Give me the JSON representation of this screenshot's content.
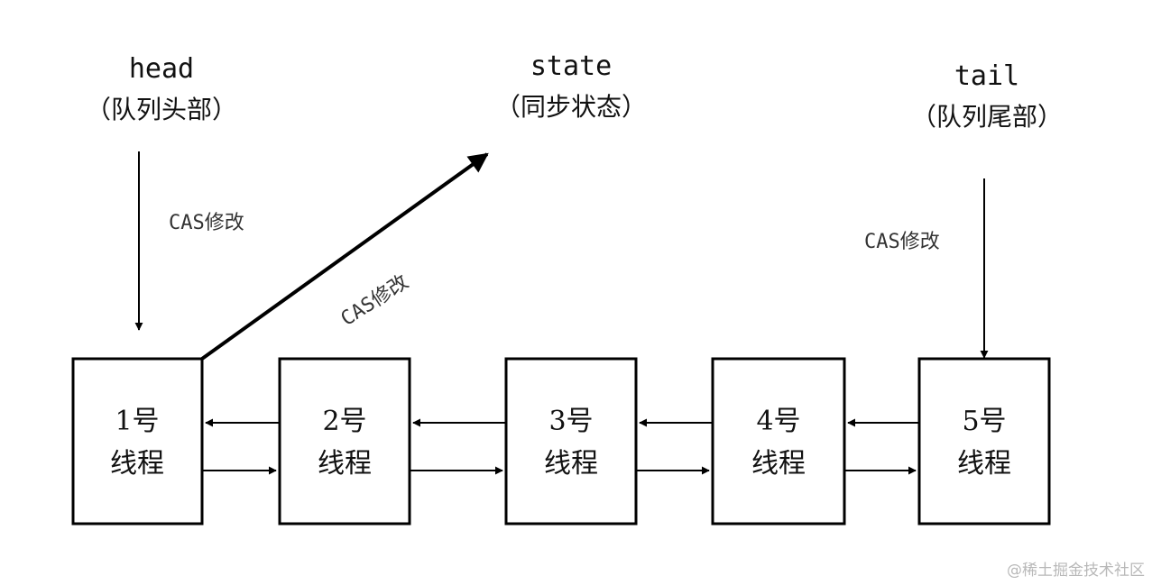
{
  "labels": {
    "head": {
      "name": "head",
      "desc": "（队列头部）"
    },
    "state": {
      "name": "state",
      "desc": "（同步状态）"
    },
    "tail": {
      "name": "tail",
      "desc": "（队列尾部）"
    }
  },
  "edges": {
    "head_cas": "CAS修改",
    "state_cas": "CAS修改",
    "tail_cas": "CAS修改"
  },
  "nodes": [
    {
      "line1": "1号",
      "line2": "线程"
    },
    {
      "line1": "2号",
      "line2": "线程"
    },
    {
      "line1": "3号",
      "line2": "线程"
    },
    {
      "line1": "4号",
      "line2": "线程"
    },
    {
      "line1": "5号",
      "line2": "线程"
    }
  ],
  "watermark": "@稀土掘金技术社区"
}
